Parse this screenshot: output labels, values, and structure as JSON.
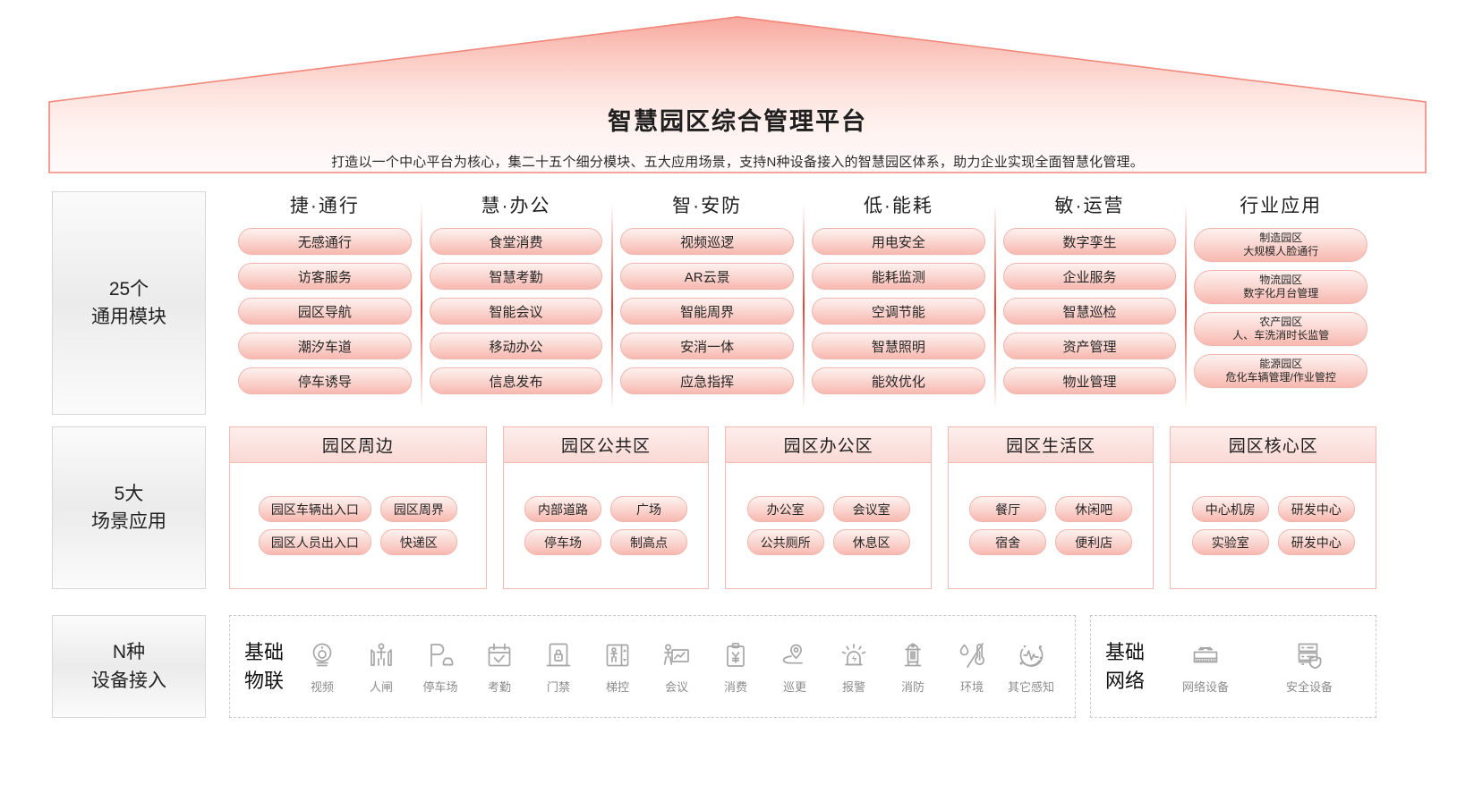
{
  "roof": {
    "title": "智慧园区综合管理平台",
    "subtitle": "打造以一个中心平台为核心，集二十五个细分模块、五大应用场景，支持N种设备接入的智慧园区体系，助力企业实现全面智慧化管理。",
    "accent_color": "#f08a7e"
  },
  "rows": {
    "modules": {
      "side_label_line1": "25个",
      "side_label_line2": "通用模块",
      "columns": [
        {
          "title": "捷·通行",
          "items": [
            {
              "l1": "无感通行"
            },
            {
              "l1": "访客服务"
            },
            {
              "l1": "园区导航"
            },
            {
              "l1": "潮汐车道"
            },
            {
              "l1": "停车诱导"
            }
          ]
        },
        {
          "title": "慧·办公",
          "items": [
            {
              "l1": "食堂消费"
            },
            {
              "l1": "智慧考勤"
            },
            {
              "l1": "智能会议"
            },
            {
              "l1": "移动办公"
            },
            {
              "l1": "信息发布"
            }
          ]
        },
        {
          "title": "智·安防",
          "items": [
            {
              "l1": "视频巡逻"
            },
            {
              "l1": "AR云景"
            },
            {
              "l1": "智能周界"
            },
            {
              "l1": "安消一体"
            },
            {
              "l1": "应急指挥"
            }
          ]
        },
        {
          "title": "低·能耗",
          "items": [
            {
              "l1": "用电安全"
            },
            {
              "l1": "能耗监测"
            },
            {
              "l1": "空调节能"
            },
            {
              "l1": "智慧照明"
            },
            {
              "l1": "能效优化"
            }
          ]
        },
        {
          "title": "敏·运营",
          "items": [
            {
              "l1": "数字孪生"
            },
            {
              "l1": "企业服务"
            },
            {
              "l1": "智慧巡检"
            },
            {
              "l1": "资产管理"
            },
            {
              "l1": "物业管理"
            }
          ]
        },
        {
          "title": "行业应用",
          "two_line": true,
          "items": [
            {
              "l1": "制造园区",
              "l2": "大规模人脸通行"
            },
            {
              "l1": "物流园区",
              "l2": "数字化月台管理"
            },
            {
              "l1": "农产园区",
              "l2": "人、车洗消时长监管"
            },
            {
              "l1": "能源园区",
              "l2": "危化车辆管理/作业管控"
            }
          ]
        }
      ]
    },
    "scenes": {
      "side_label_line1": "5大",
      "side_label_line2": "场景应用",
      "boxes": [
        {
          "title": "园区周边",
          "size": "wide",
          "items": [
            "园区车辆出入口",
            "园区周界",
            "园区人员出入口",
            "快递区"
          ]
        },
        {
          "title": "园区公共区",
          "size": "med",
          "items": [
            "内部道路",
            "广场",
            "停车场",
            "制高点"
          ]
        },
        {
          "title": "园区办公区",
          "size": "med",
          "items": [
            "办公室",
            "会议室",
            "公共厕所",
            "休息区"
          ]
        },
        {
          "title": "园区生活区",
          "size": "med",
          "items": [
            "餐厅",
            "休闲吧",
            "宿舍",
            "便利店"
          ]
        },
        {
          "title": "园区核心区",
          "size": "med",
          "items": [
            "中心机房",
            "研发中心",
            "实验室",
            "研发中心"
          ]
        }
      ]
    },
    "devices": {
      "side_label_line1": "N种",
      "side_label_line2": "设备接入",
      "iot": {
        "category_line1": "基础",
        "category_line2": "物联",
        "items": [
          {
            "label": "视频",
            "icon": "camera-dome-icon"
          },
          {
            "label": "人闸",
            "icon": "turnstile-gate-icon"
          },
          {
            "label": "停车场",
            "icon": "parking-car-icon"
          },
          {
            "label": "考勤",
            "icon": "calendar-check-icon"
          },
          {
            "label": "门禁",
            "icon": "door-lock-icon"
          },
          {
            "label": "梯控",
            "icon": "elevator-icon"
          },
          {
            "label": "会议",
            "icon": "presentation-board-icon"
          },
          {
            "label": "消费",
            "icon": "clipboard-yuan-icon"
          },
          {
            "label": "巡更",
            "icon": "location-pin-path-icon"
          },
          {
            "label": "报警",
            "icon": "alarm-siren-icon"
          },
          {
            "label": "消防",
            "icon": "fire-hydrant-icon"
          },
          {
            "label": "环境",
            "icon": "humidity-temperature-icon"
          },
          {
            "label": "其它感知",
            "icon": "pulse-circle-icon"
          }
        ]
      },
      "network": {
        "category_line1": "基础",
        "category_line2": "网络",
        "items": [
          {
            "label": "网络设备",
            "icon": "network-switch-icon"
          },
          {
            "label": "安全设备",
            "icon": "server-shield-icon"
          }
        ]
      }
    }
  }
}
